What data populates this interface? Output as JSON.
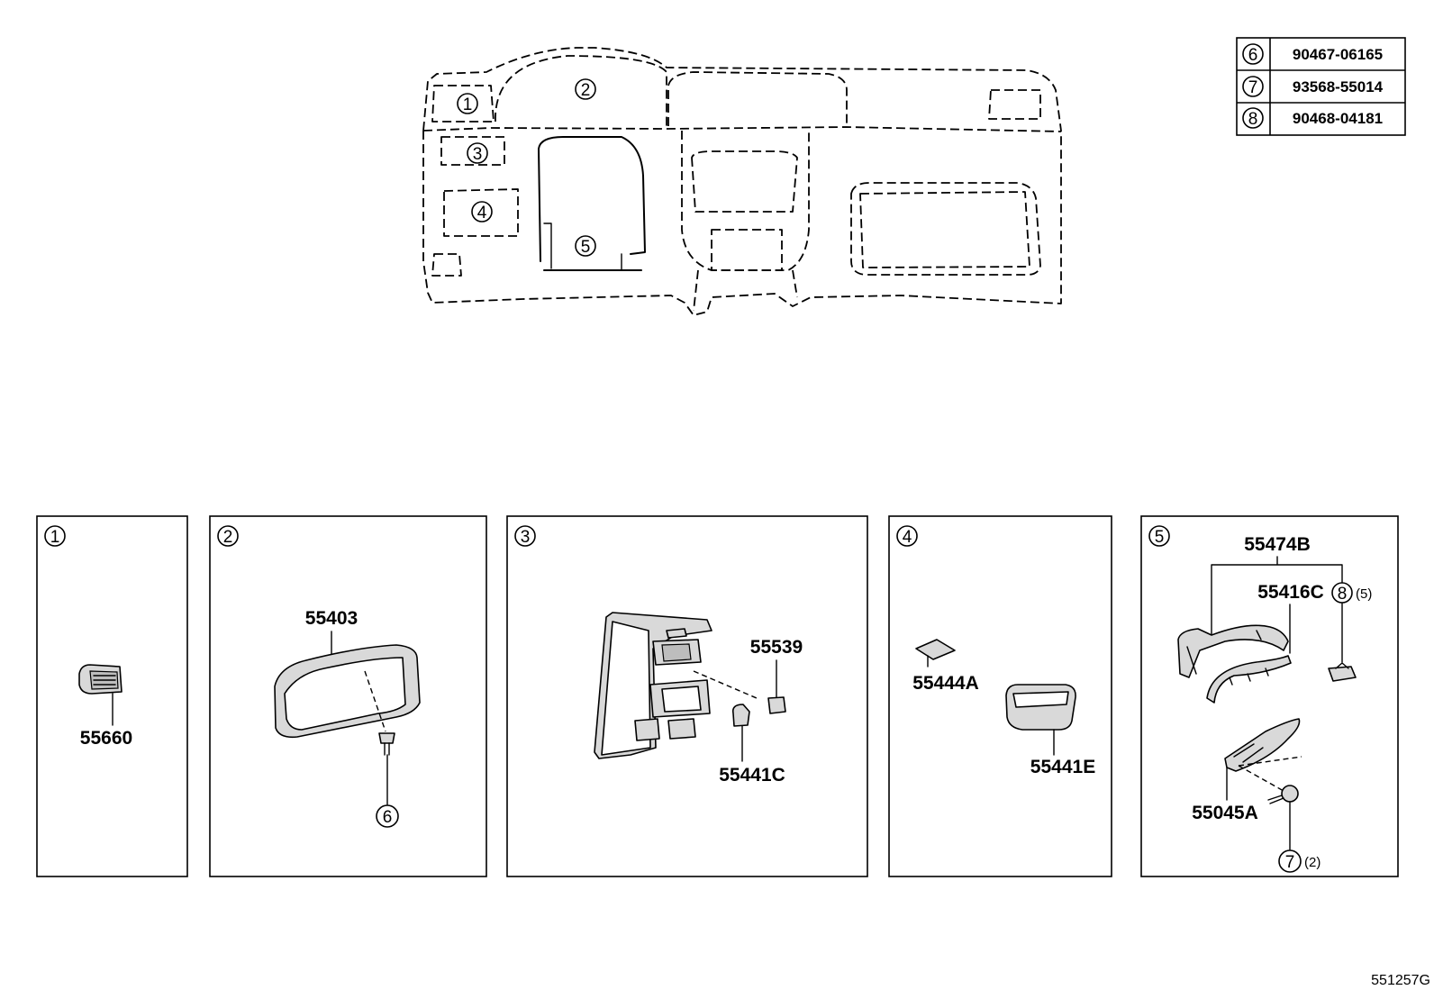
{
  "overview": {
    "callouts": [
      "1",
      "2",
      "3",
      "4",
      "5"
    ]
  },
  "parts_table": [
    {
      "ref": "6",
      "part": "90467-06165"
    },
    {
      "ref": "7",
      "part": "93568-55014"
    },
    {
      "ref": "8",
      "part": "90468-04181"
    }
  ],
  "panels": [
    {
      "ref": "1",
      "parts": [
        "55660"
      ]
    },
    {
      "ref": "2",
      "parts": [
        "55403"
      ],
      "callouts": [
        "6"
      ]
    },
    {
      "ref": "3",
      "parts": [
        "55539",
        "55441C"
      ]
    },
    {
      "ref": "4",
      "parts": [
        "55444A",
        "55441E"
      ]
    },
    {
      "ref": "5",
      "parts": [
        "55474B",
        "55416C",
        "55045A"
      ],
      "callouts": [
        "8",
        "7"
      ],
      "qty": [
        "(5)",
        "(2)"
      ]
    }
  ],
  "diagram_code": "551257G"
}
